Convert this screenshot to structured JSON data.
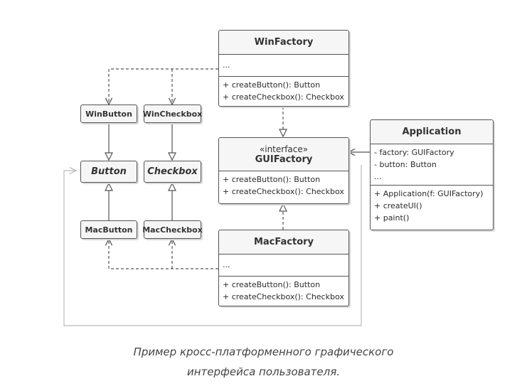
{
  "win_factory": {
    "title": "WinFactory",
    "fields": [
      "..."
    ],
    "methods": [
      "+ createButton(): Button",
      "+ createCheckbox(): Checkbox"
    ]
  },
  "gui_factory": {
    "stereotype": "«interface»",
    "title": "GUIFactory",
    "methods": [
      "+ createButton(): Button",
      "+ createCheckbox(): Checkbox"
    ]
  },
  "mac_factory": {
    "title": "MacFactory",
    "fields": [
      "..."
    ],
    "methods": [
      "+ createButton(): Button",
      "+ createCheckbox(): Checkbox"
    ]
  },
  "application": {
    "title": "Application",
    "fields": [
      "- factory: GUIFactory",
      "- button: Button",
      "..."
    ],
    "methods": [
      "+ Application(f: GUIFactory)",
      "+ createUI()",
      "+ paint()"
    ]
  },
  "products": {
    "win_button": "WinButton",
    "win_checkbox": "WinCheckbox",
    "button": "Button",
    "checkbox": "Checkbox",
    "mac_button": "MacButton",
    "mac_checkbox": "MacCheckbox"
  },
  "caption": {
    "line1": "Пример кросс-платформенного графического",
    "line2": "интерфейса пользователя."
  },
  "colors": {
    "line": "#555555",
    "light_line": "#bbbbbb",
    "header_bg": "#f6f6f6"
  }
}
